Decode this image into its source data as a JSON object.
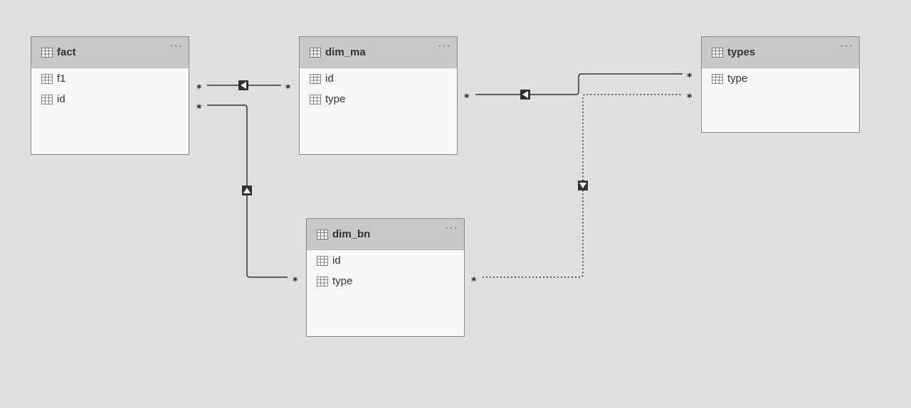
{
  "tables": {
    "fact": {
      "name": "fact",
      "more": "···",
      "fields": [
        "f1",
        "id"
      ]
    },
    "dim_ma": {
      "name": "dim_ma",
      "more": "···",
      "fields": [
        "id",
        "type"
      ]
    },
    "types": {
      "name": "types",
      "more": "···",
      "fields": [
        "type"
      ]
    },
    "dim_bn": {
      "name": "dim_bn",
      "more": "···",
      "fields": [
        "id",
        "type"
      ]
    }
  },
  "relationships": [
    {
      "from": "fact",
      "to": "dim_ma",
      "from_cardinality": "*",
      "to_cardinality": "*",
      "direction": "left",
      "style": "solid"
    },
    {
      "from": "fact",
      "to": "dim_bn",
      "from_cardinality": "*",
      "to_cardinality": "*",
      "direction": "up",
      "style": "solid"
    },
    {
      "from": "dim_ma",
      "to": "types",
      "from_cardinality": "*",
      "to_cardinality": "*",
      "direction": "left",
      "style": "solid"
    },
    {
      "from": "dim_bn",
      "to": "types",
      "from_cardinality": "*",
      "to_cardinality": "*",
      "direction": "down",
      "style": "dashed"
    }
  ],
  "colors": {
    "background": "#e1e0df",
    "header": "#c8c8c8",
    "card": "#f7f7f7",
    "line": "#333333"
  },
  "icons": {
    "table": "table-grid-icon",
    "field": "field-grid-icon",
    "more": "more-options-icon"
  }
}
